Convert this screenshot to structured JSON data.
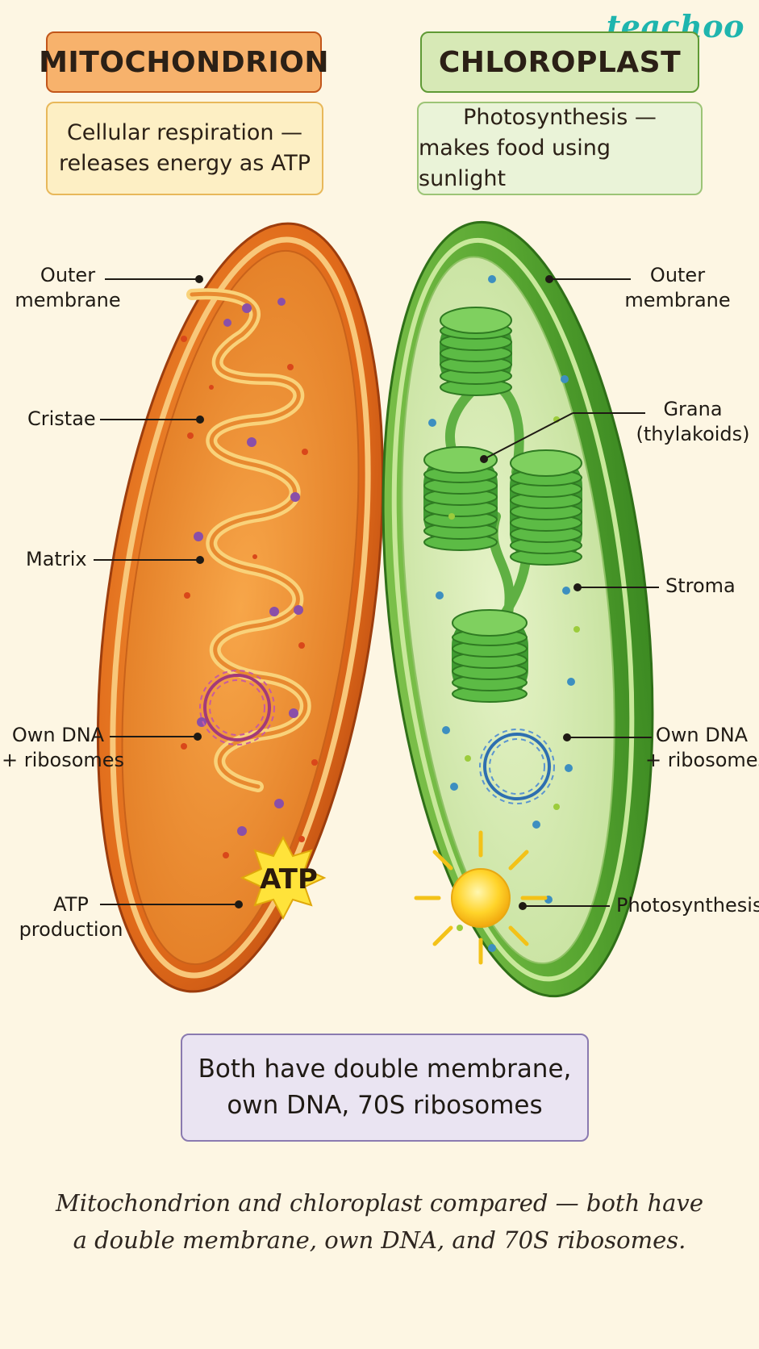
{
  "brand": "teachoo",
  "mito": {
    "title": "MITOCHONDRION",
    "subtitle_line1": "Cellular respiration —",
    "subtitle_line2": "releases energy as ATP",
    "labels": {
      "outer_l1": "Outer",
      "outer_l2": "membrane",
      "cristae": "Cristae",
      "matrix": "Matrix",
      "dna_l1": "Own DNA",
      "dna_l2": "+ ribosomes",
      "atp_l1": "ATP",
      "atp_l2": "production"
    },
    "atp_badge": "ATP",
    "colors": {
      "outer": "#e46f1e",
      "inner": "#ef8e30",
      "crista": "#f7cf6f",
      "header_bg": "#f7b26c"
    }
  },
  "chloro": {
    "title": "CHLOROPLAST",
    "subtitle_line1": "Photosynthesis —",
    "subtitle_line2": "makes food using sunlight",
    "labels": {
      "outer_l1": "Outer",
      "outer_l2": "membrane",
      "grana_l1": "Grana",
      "grana_l2": "(thylakoids)",
      "stroma": "Stroma",
      "dna_l1": "Own DNA",
      "dna_l2": "+ ribosomes",
      "photo": "Photosynthesis"
    },
    "colors": {
      "outer": "#5aa832",
      "stroma": "#d7ecb4",
      "granum": "#49a83a",
      "header_bg": "#d7e9b6"
    }
  },
  "summary_line1": "Both have double membrane,",
  "summary_line2": "own DNA, 70S ribosomes",
  "caption_line1": "Mitochondrion and chloroplast compared — both have",
  "caption_line2": "a double membrane, own DNA, and 70S ribosomes."
}
